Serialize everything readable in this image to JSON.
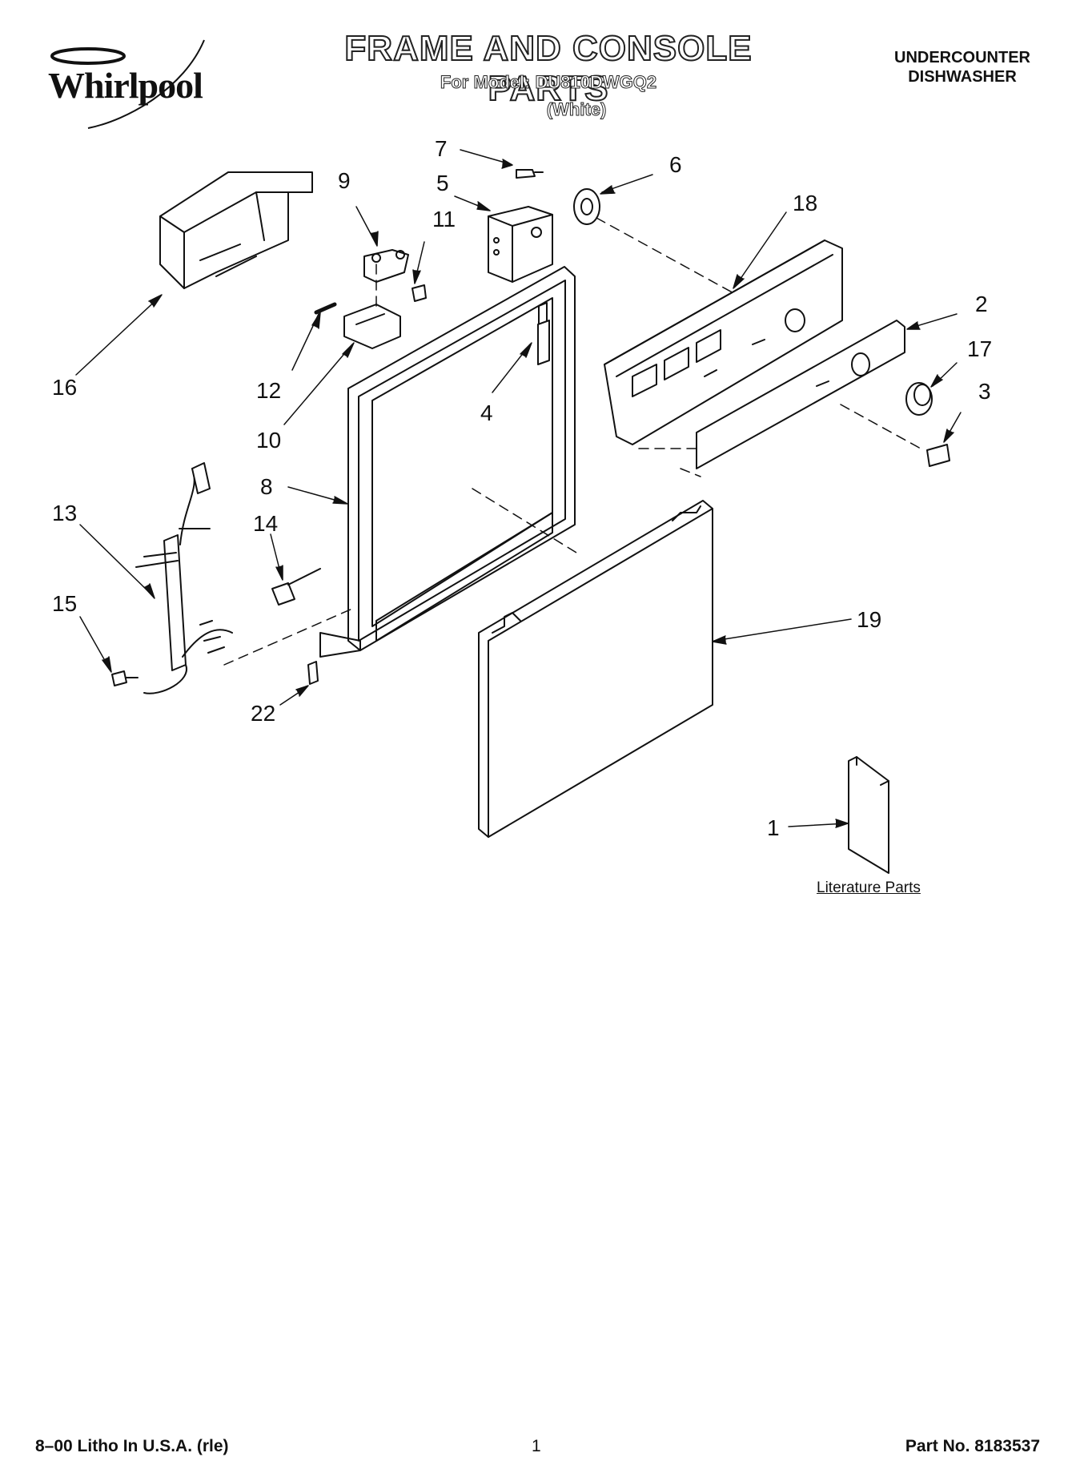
{
  "header": {
    "brand": "Whirlpool",
    "title": "FRAME AND CONSOLE PARTS",
    "model": "For Model: DU810DWGQ2",
    "color": "(White)",
    "appliance_line1": "UNDERCOUNTER",
    "appliance_line2": "DISHWASHER"
  },
  "callouts": {
    "c1": "1",
    "c2": "2",
    "c3": "3",
    "c4": "4",
    "c5": "5",
    "c6": "6",
    "c7": "7",
    "c8": "8",
    "c9": "9",
    "c10": "10",
    "c11": "11",
    "c12": "12",
    "c13": "13",
    "c14": "14",
    "c15": "15",
    "c16": "16",
    "c17": "17",
    "c18": "18",
    "c19": "19",
    "c22": "22"
  },
  "literature_label": "Literature Parts",
  "footer": {
    "print_info": "8–00 Litho In U.S.A. (rle)",
    "page": "1",
    "part_no": "Part No. 8183537"
  },
  "colors": {
    "ink": "#111111",
    "paper": "#ffffff",
    "shade": "#d8d8d8"
  }
}
